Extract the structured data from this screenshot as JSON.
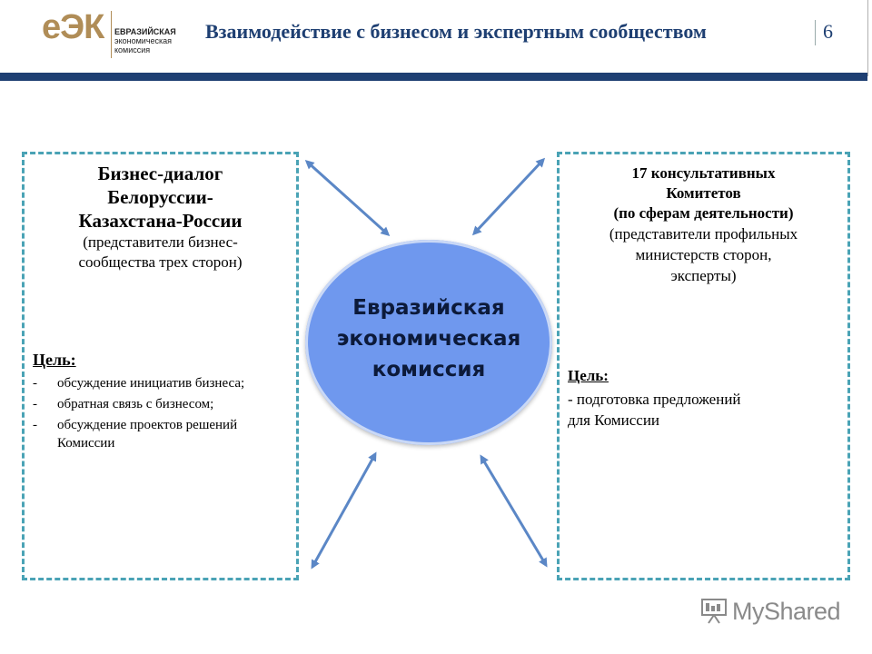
{
  "header": {
    "logo_mark": "еЭК",
    "logo_lines": [
      "ЕВРАЗИЙСКАЯ",
      "экономическая",
      "комиссия"
    ],
    "title": "Взаимодействие с бизнесом и экспертным сообществом",
    "page_number": "6",
    "bar_color": "#1e3f72"
  },
  "left_box": {
    "title_lines": [
      "Бизнес-диалог",
      "Белоруссии-",
      "Казахстана-России"
    ],
    "subtitle_lines": [
      "(представители бизнес-",
      "сообщества трех сторон)"
    ],
    "goal_label": "Цель:",
    "goal_items": [
      "обсуждение инициатив бизнеса;",
      "обратная связь с бизнесом;",
      "обсуждение проектов решений Комиссии"
    ],
    "dash": "-"
  },
  "right_box": {
    "title_lines": [
      "17 консультативных",
      "Комитетов",
      "(по сферам деятельности)"
    ],
    "subtitle_lines": [
      "(представители профильных",
      "министерств сторон,",
      "эксперты)"
    ],
    "goal_label": "Цель:",
    "goal_text_lines": [
      "- подготовка предложений",
      "для Комиссии"
    ]
  },
  "center": {
    "label_lines": [
      "Евразийская",
      "экономическая",
      "комиссия"
    ],
    "fill_color": "#6f98ee"
  },
  "colors": {
    "box_border": "#4aa3b5",
    "arrow": "#5b87c6"
  },
  "watermark": {
    "text": "MyShared",
    "icon": "projector-screen-icon"
  }
}
